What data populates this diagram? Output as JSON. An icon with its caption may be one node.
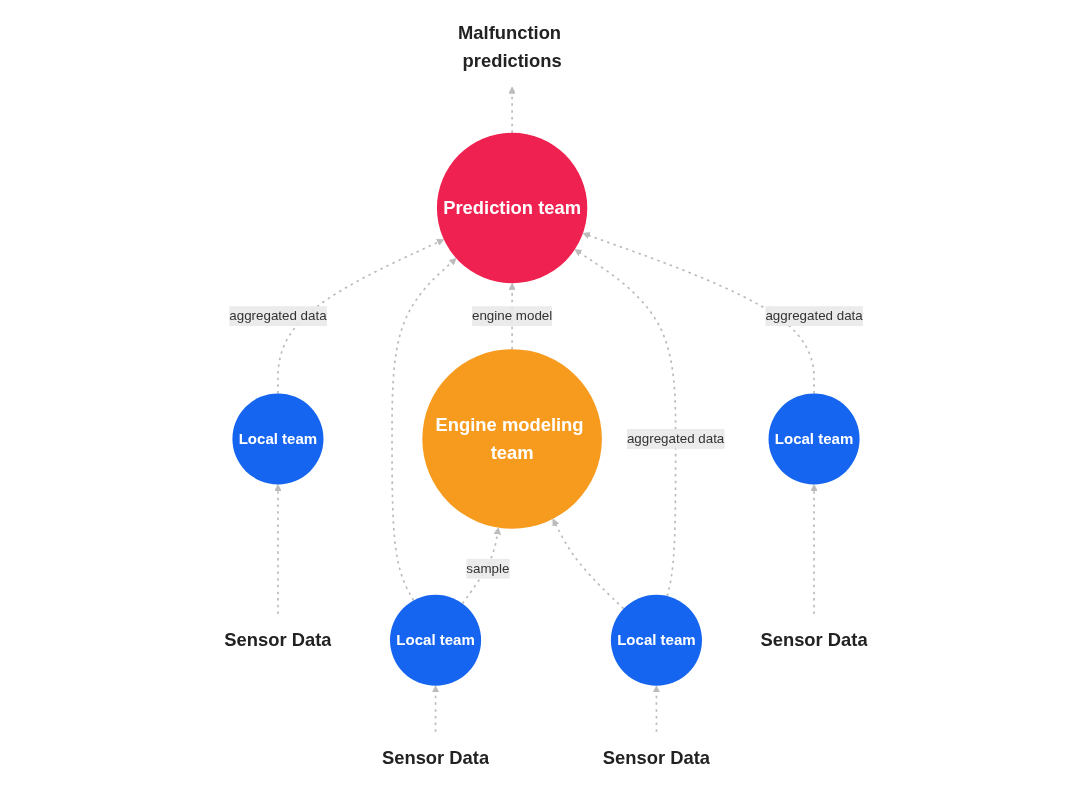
{
  "diagram": {
    "nodes": [
      {
        "text": [
          "Malfunction predictions"
        ]
      },
      {
        "text": [
          "Sensor Data"
        ]
      },
      {
        "text": [
          "Sensor Data"
        ]
      },
      {
        "text": [
          "Prediction team"
        ]
      },
      {
        "text": [
          "Local team"
        ]
      },
      {
        "text": [
          "Local team"
        ]
      },
      {
        "text": [
          "Engine modeling team"
        ]
      },
      {
        "text": [
          "Local team"
        ]
      },
      {
        "text": [
          "Local team"
        ]
      },
      {
        "text": [
          "Sensor Data"
        ]
      },
      {
        "text": [
          "Sensor Data"
        ]
      }
    ],
    "edges": [
      {
        "from": 3,
        "to": 0,
        "arrow": "to",
        "style": "dashed"
      },
      {
        "from": 1,
        "to": 4,
        "arrow": "to",
        "style": "dashed"
      },
      {
        "from": 2,
        "to": 5,
        "arrow": "to",
        "style": "dashed"
      },
      {
        "from": 4,
        "to": 3,
        "label": "aggregated data",
        "arrow": "to",
        "style": "dashed"
      },
      {
        "from": 5,
        "to": 3,
        "arrow": "to",
        "style": "dashed"
      },
      {
        "from": 6,
        "to": 3,
        "label": "engine model",
        "arrow": "to",
        "style": "dashed"
      },
      {
        "from": 5,
        "to": 6,
        "label": "sample",
        "arrow": "to",
        "style": "dashed"
      },
      {
        "from": 7,
        "to": 3,
        "label": "aggregated data",
        "arrow": "to",
        "style": "dashed"
      },
      {
        "from": 8,
        "to": 3,
        "label": "aggregated data",
        "arrow": "to",
        "style": "dashed"
      },
      {
        "from": 7,
        "to": 6,
        "arrow": "to",
        "style": "dashed"
      },
      {
        "from": 9,
        "to": 8,
        "arrow": "to",
        "style": "dashed"
      },
      {
        "from": 10,
        "to": 7,
        "arrow": "to",
        "style": "dashed"
      }
    ]
  }
}
